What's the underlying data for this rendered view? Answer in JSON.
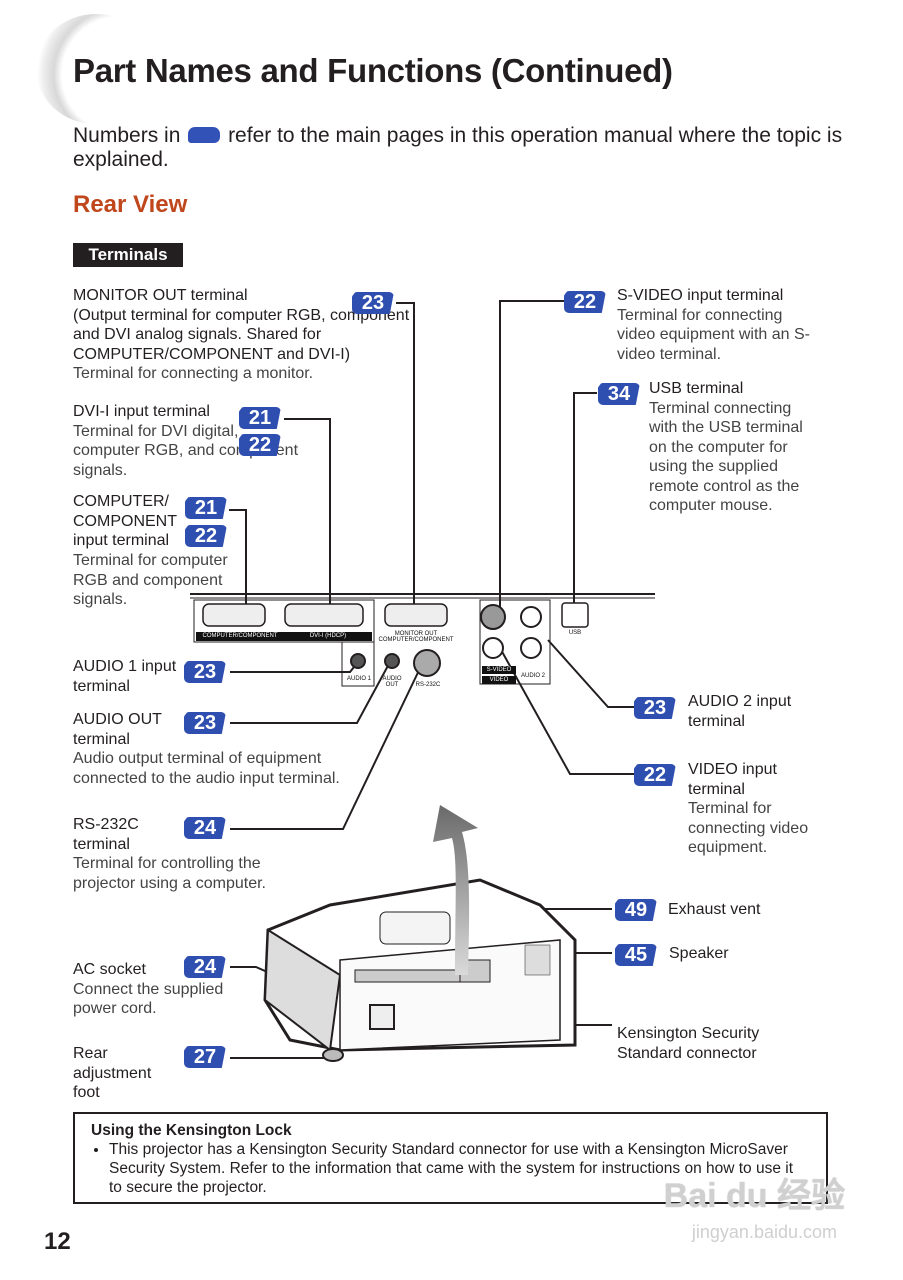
{
  "page": {
    "title": "Part Names and Functions (Continued)",
    "intro_before": "Numbers in",
    "intro_after": "refer to the main pages in this operation manual where the topic is explained.",
    "section": "Rear View",
    "subsection": "Terminals",
    "page_number": "12"
  },
  "colors": {
    "badge": "#2f4fb0",
    "section_heading": "#c0461c"
  },
  "callouts": {
    "monitor_out": {
      "name": "MONITOR OUT terminal",
      "extra": "(Output terminal for computer RGB, component and DVI analog signals. Shared for COMPUTER/COMPONENT and DVI-I)",
      "desc": "Terminal for connecting a monitor.",
      "pages": [
        "23"
      ]
    },
    "dvi_i": {
      "name": "DVI-I input terminal",
      "desc": "Terminal for DVI digital, computer RGB, and component signals.",
      "pages": [
        "21",
        "22"
      ]
    },
    "computer_component": {
      "name": "COMPUTER/ COMPONENT input terminal",
      "desc": "Terminal for computer RGB and component signals.",
      "pages": [
        "21",
        "22"
      ]
    },
    "audio1": {
      "name": "AUDIO 1 input terminal",
      "pages": [
        "23"
      ]
    },
    "audio_out": {
      "name": "AUDIO OUT terminal",
      "desc": "Audio output terminal of equipment connected to the audio input terminal.",
      "pages": [
        "23"
      ]
    },
    "rs232c": {
      "name": "RS-232C terminal",
      "desc": "Terminal for controlling the projector using a computer.",
      "pages": [
        "24"
      ]
    },
    "ac_socket": {
      "name": "AC socket",
      "desc": "Connect the supplied power cord.",
      "pages": [
        "24"
      ]
    },
    "rear_foot": {
      "name": "Rear adjustment foot",
      "pages": [
        "27"
      ]
    },
    "s_video": {
      "name": "S-VIDEO input terminal",
      "desc": "Terminal for connecting video equipment with an S-video terminal.",
      "pages": [
        "22"
      ]
    },
    "usb": {
      "name": "USB terminal",
      "desc": "Terminal connecting with the USB terminal on the computer for using the supplied remote control as the computer mouse.",
      "pages": [
        "34"
      ]
    },
    "audio2": {
      "name": "AUDIO 2 input terminal",
      "pages": [
        "23"
      ]
    },
    "video": {
      "name": "VIDEO input terminal",
      "desc": "Terminal for connecting video equipment.",
      "pages": [
        "22"
      ]
    },
    "exhaust": {
      "name": "Exhaust vent",
      "pages": [
        "49"
      ]
    },
    "speaker": {
      "name": "Speaker",
      "pages": [
        "45"
      ]
    },
    "kensington": {
      "name": "Kensington Security Standard connector"
    }
  },
  "panel_labels": {
    "computer_component": "COMPUTER/COMPONENT",
    "dvi": "DVI-I (HDCP)",
    "monitor_out": "MONITOR OUT COMPUTER/COMPONENT",
    "audio1": "AUDIO 1",
    "audio_out": "AUDIO OUT",
    "rs232c": "RS-232C",
    "s_video": "S-VIDEO",
    "video": "VIDEO",
    "audio2": "AUDIO 2",
    "usb": "USB"
  },
  "note": {
    "heading": "Using the Kensington Lock",
    "bullet": "This projector has a Kensington Security Standard connector for use with a Kensington MicroSaver Security System. Refer to the information that came with the system for instructions on how to use it to secure the projector."
  },
  "watermark": {
    "brand": "Bai du 经验",
    "url": "jingyan.baidu.com"
  }
}
